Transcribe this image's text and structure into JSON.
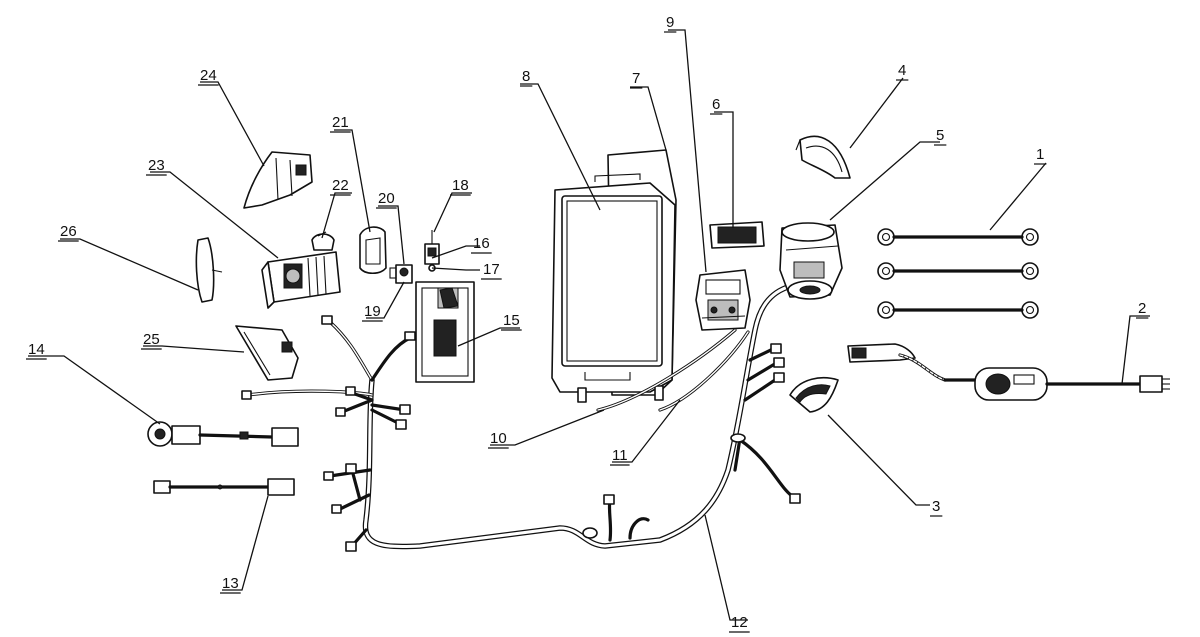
{
  "diagram": {
    "callouts": [
      {
        "id": "c1",
        "number": "1"
      },
      {
        "id": "c2",
        "number": "2"
      },
      {
        "id": "c3",
        "number": "3"
      },
      {
        "id": "c4",
        "number": "4"
      },
      {
        "id": "c5",
        "number": "5"
      },
      {
        "id": "c6",
        "number": "6"
      },
      {
        "id": "c7",
        "number": "7"
      },
      {
        "id": "c8",
        "number": "8"
      },
      {
        "id": "c9",
        "number": "9"
      },
      {
        "id": "c10",
        "number": "10"
      },
      {
        "id": "c11",
        "number": "11"
      },
      {
        "id": "c12",
        "number": "12"
      },
      {
        "id": "c13",
        "number": "13"
      },
      {
        "id": "c14",
        "number": "14"
      },
      {
        "id": "c15",
        "number": "15"
      },
      {
        "id": "c16",
        "number": "16"
      },
      {
        "id": "c17",
        "number": "17"
      },
      {
        "id": "c18",
        "number": "18"
      },
      {
        "id": "c19",
        "number": "19"
      },
      {
        "id": "c20",
        "number": "20"
      },
      {
        "id": "c21",
        "number": "21"
      },
      {
        "id": "c22",
        "number": "22"
      },
      {
        "id": "c23",
        "number": "23"
      },
      {
        "id": "c24",
        "number": "24"
      },
      {
        "id": "c25",
        "number": "25"
      },
      {
        "id": "c26",
        "number": "26"
      }
    ],
    "colors": {
      "ink": "#111111",
      "paper": "#ffffff",
      "fill_dark": "#222222",
      "fill_grey": "#bdbdbd"
    }
  }
}
